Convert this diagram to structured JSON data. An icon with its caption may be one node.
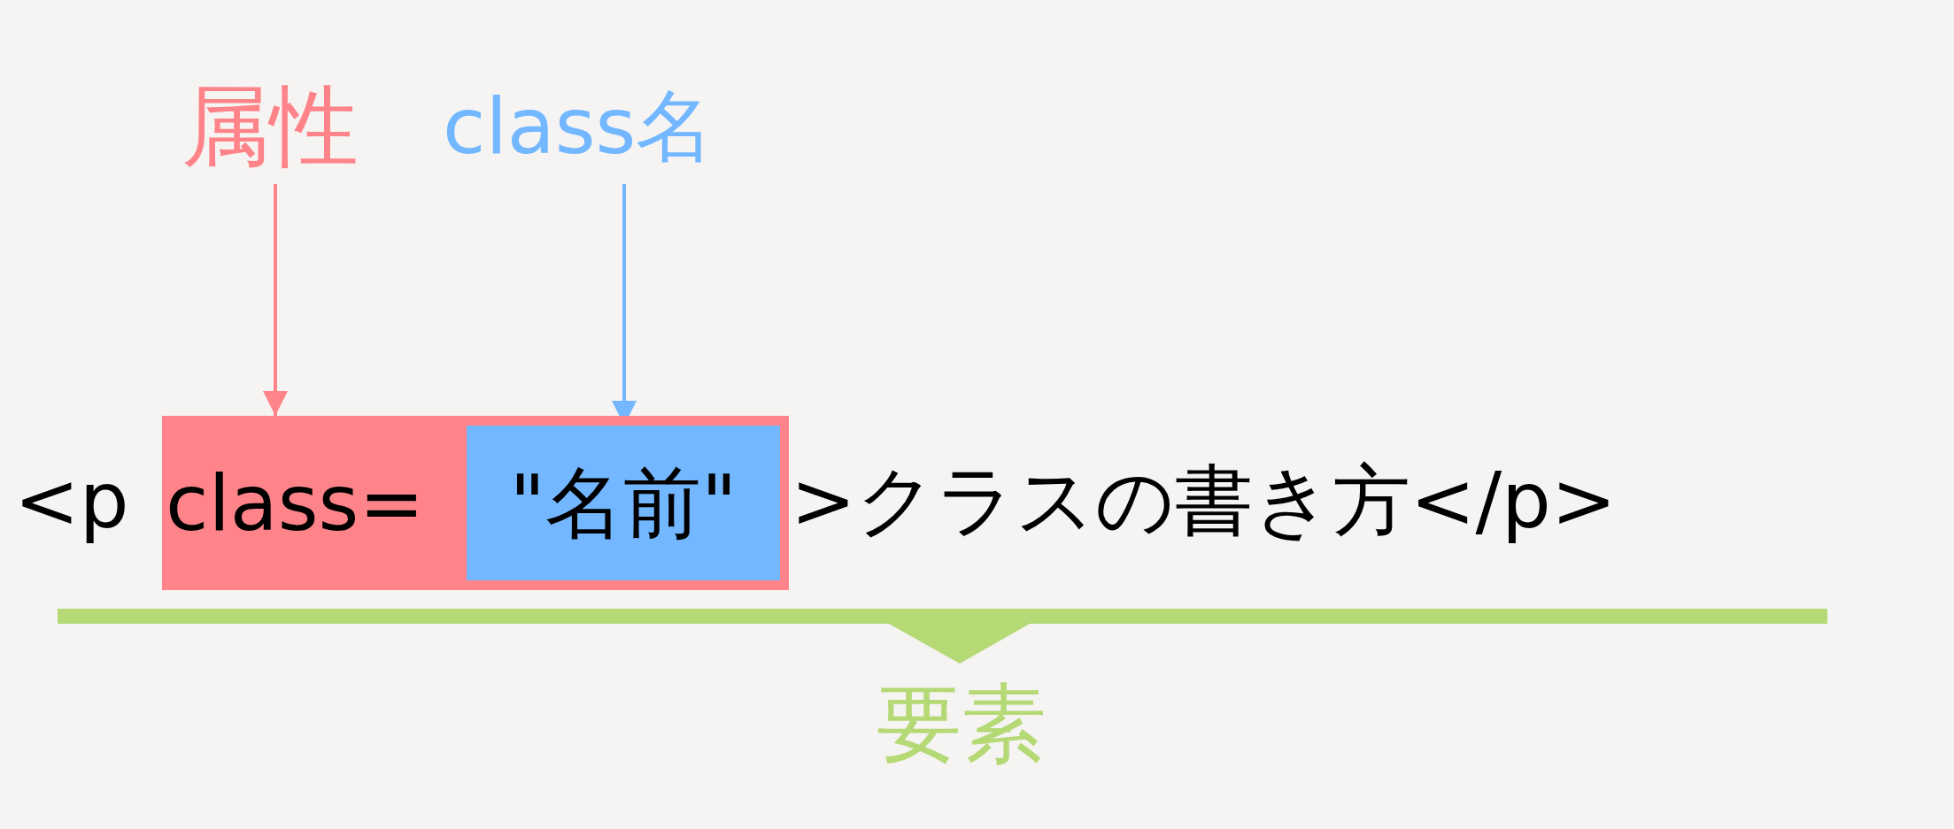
{
  "diagram": {
    "nodes": [
      {
        "text": [
          "属性"
        ]
      },
      {
        "text": [
          "class名"
        ]
      },
      {
        "text": [
          "class="
        ]
      },
      {
        "text": [
          "\"名前\""
        ],
        "in": 2
      }
    ],
    "edges": [
      {
        "from": 0,
        "to": 2,
        "arrow": "to",
        "color": "#ff8489"
      },
      {
        "from": 1,
        "to": 3,
        "arrow": "to",
        "color": "#72b7ff"
      }
    ],
    "labels": [
      "<p",
      ">クラスの書き方</p>",
      "要素"
    ]
  }
}
